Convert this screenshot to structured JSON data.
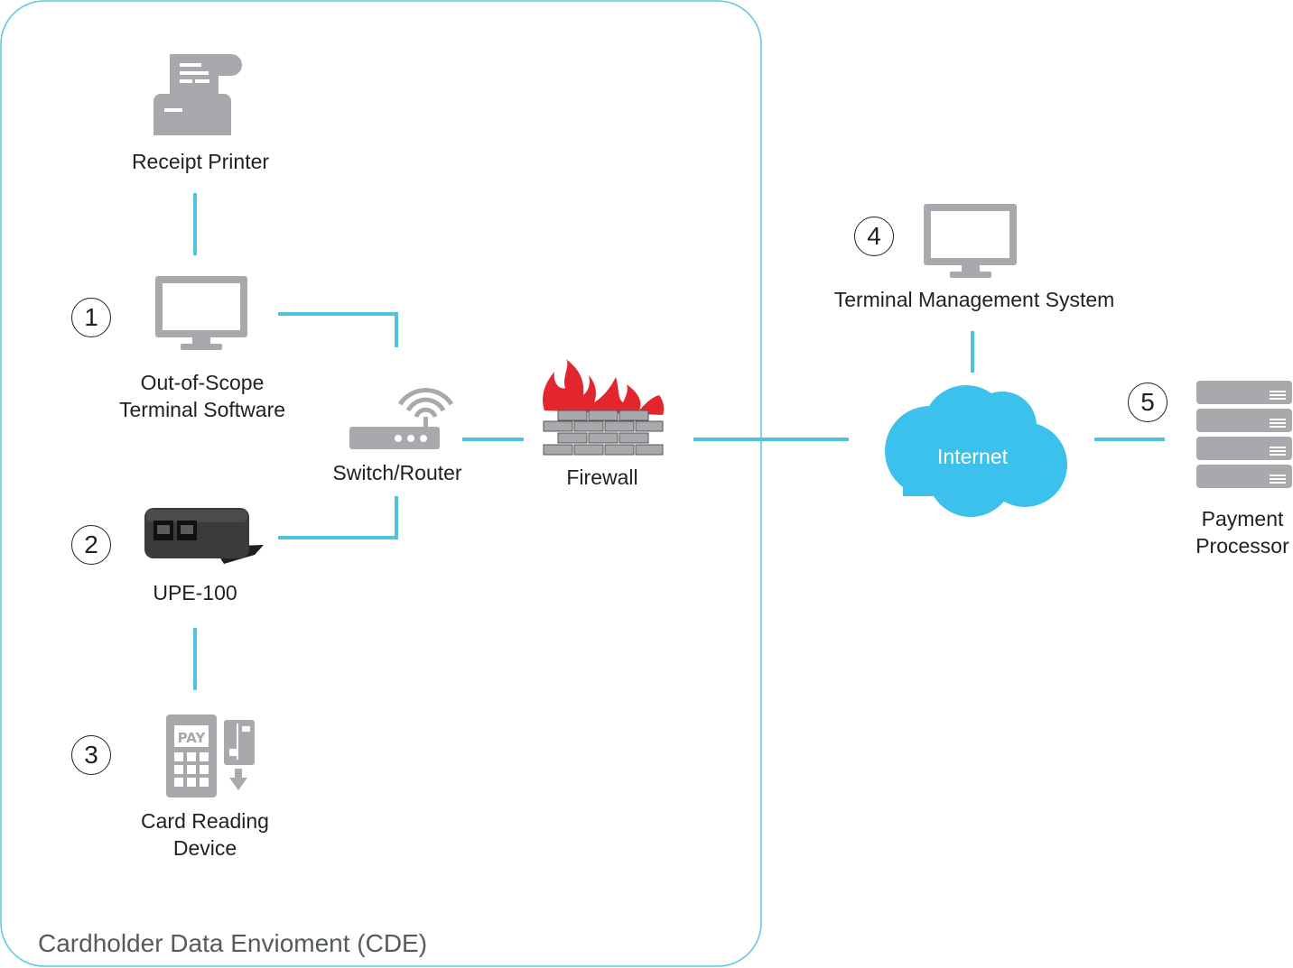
{
  "cde_label": "Cardholder Data Envioment (CDE)",
  "nodes": {
    "receipt_printer": "Receipt Printer",
    "terminal_software_line1": "Out-of-Scope",
    "terminal_software_line2": "Terminal Software",
    "switch_router": "Switch/Router",
    "firewall": "Firewall",
    "upe": "UPE-100",
    "card_reader_line1": "Card Reading",
    "card_reader_line2": "Device",
    "tms": "Terminal Management System",
    "internet": "Internet",
    "payment_line1": "Payment",
    "payment_line2": "Processor"
  },
  "numbers": [
    "1",
    "2",
    "3",
    "4",
    "5"
  ],
  "colors": {
    "connector": "#4fc3dc",
    "icon_gray": "#a7a9ac",
    "cloud": "#3cc0ec",
    "flame": "#e3262d",
    "boundary": "#5ac8e0"
  }
}
